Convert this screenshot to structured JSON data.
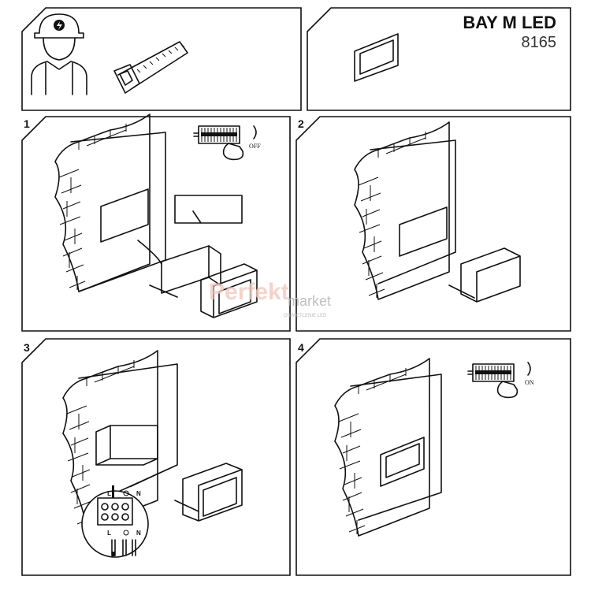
{
  "header": {
    "product_name": "BAY M LED",
    "product_code": "8165"
  },
  "steps": [
    {
      "number": "1",
      "switch_state": "OFF"
    },
    {
      "number": "2"
    },
    {
      "number": "3",
      "terminal_labels_top": [
        "L",
        "N"
      ],
      "terminal_labels_bottom": [
        "L",
        "N"
      ]
    },
    {
      "number": "4",
      "switch_state": "ON"
    }
  ],
  "watermark": {
    "brand": "Perfekt",
    "suffix": "market",
    "tagline": "OŚWIETLENIE LED",
    "color": "#f3c9bd"
  },
  "icons": [
    "electrician-icon",
    "saw-icon",
    "fixture-icon",
    "circuit-breaker-icon",
    "hand-icon",
    "ground-icon"
  ]
}
